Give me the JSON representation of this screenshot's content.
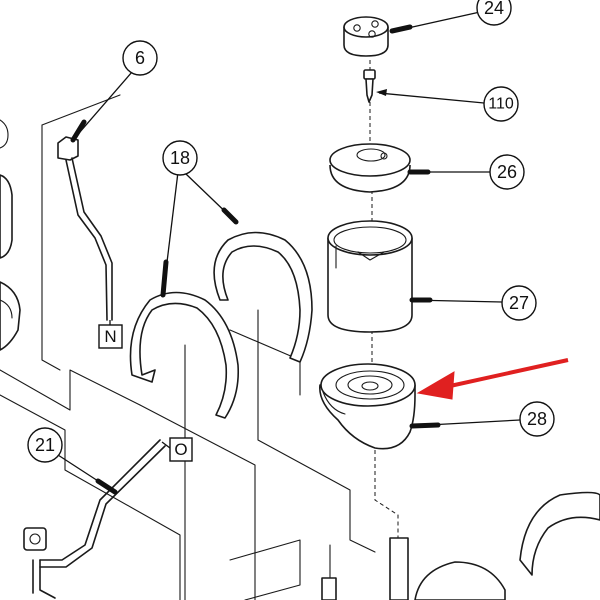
{
  "callouts": {
    "c24": "24",
    "c110": "110",
    "c26": "26",
    "c27": "27",
    "c28": "28",
    "c6": "6",
    "c18": "18",
    "c21": "21"
  },
  "connectors": {
    "n": "N",
    "o": "O"
  },
  "highlight": {
    "arrow_color": "#e02020",
    "target_callout": "28"
  }
}
